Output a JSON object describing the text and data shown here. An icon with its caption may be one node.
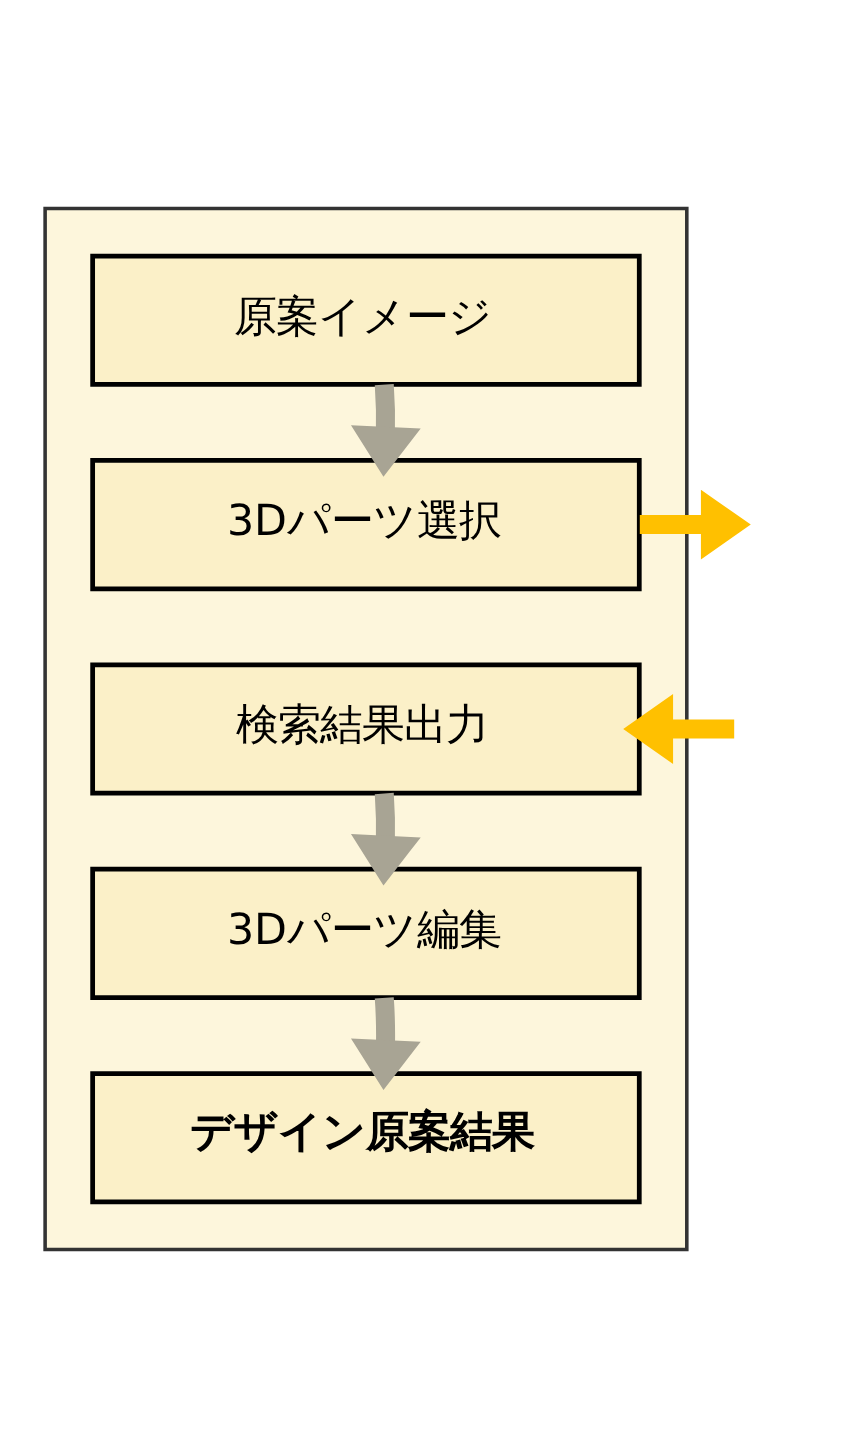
{
  "diagram": {
    "nodes": [
      {
        "text": [],
        "shape": "box"
      },
      {
        "text": [
          "原案イメージ"
        ],
        "in": 0
      },
      {
        "text": [
          "3Dパーツ選択"
        ],
        "in": 0
      },
      {
        "text": [
          "検索結果出力"
        ],
        "in": 0
      },
      {
        "text": [
          "3Dパーツ編集"
        ],
        "in": 0
      },
      {
        "text": [
          "デザイン原案結果"
        ],
        "in": 0
      }
    ],
    "edges": [
      {
        "from": 1,
        "to": 2,
        "arrow": "to"
      },
      {
        "from": 2,
        "to": null,
        "arrow": "to",
        "color": "#ffc000"
      },
      {
        "from": null,
        "to": 3,
        "arrow": "to",
        "color": "#ffc000"
      },
      {
        "from": 3,
        "to": 4,
        "arrow": "to"
      },
      {
        "from": 4,
        "to": 5,
        "arrow": "to"
      }
    ]
  }
}
